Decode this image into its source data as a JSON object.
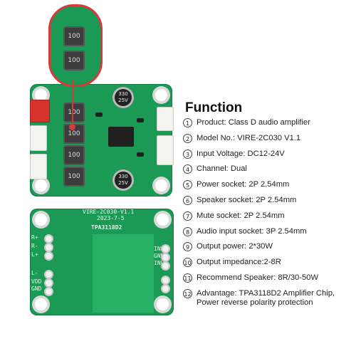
{
  "title": "Function",
  "specs": [
    {
      "num": "1",
      "text": "Product: Class D audio amplifier"
    },
    {
      "num": "2",
      "text": "Model No.: VIRE-2C030 V1.1"
    },
    {
      "num": "3",
      "text": "Input Voltage: DC12-24V"
    },
    {
      "num": "4",
      "text": "Channel: Dual"
    },
    {
      "num": "5",
      "text": "Power socket: 2P 2.54mm"
    },
    {
      "num": "6",
      "text": "Speaker socket: 2P 2.54mm"
    },
    {
      "num": "7",
      "text": "Mute socket: 2P 2.54mm"
    },
    {
      "num": "8",
      "text": "Audio input socket: 3P 2.54mm"
    },
    {
      "num": "9",
      "text": "Output power: 2*30W"
    },
    {
      "num": "10",
      "text": "Output impedance:2-8R"
    },
    {
      "num": "11",
      "text": "Recommend Speaker: 8R/30-50W"
    },
    {
      "num": "12",
      "text": "Advantage: TPA3118D2 Amplifier Chip,\nPower reverse polarity protection"
    }
  ],
  "board_top": {
    "inductor_label": "100",
    "cap_label": "330\n25V"
  },
  "board_bottom": {
    "model_silk": "VIRE-2C030-V1.1",
    "date_silk": "2023-7-5",
    "chip_silk": "TPA3118D2",
    "pin_labels": [
      "R+",
      "R-",
      "L+",
      "L-",
      "VDD",
      "GND"
    ],
    "right_labels": [
      "INR",
      "GND",
      "INL"
    ]
  }
}
